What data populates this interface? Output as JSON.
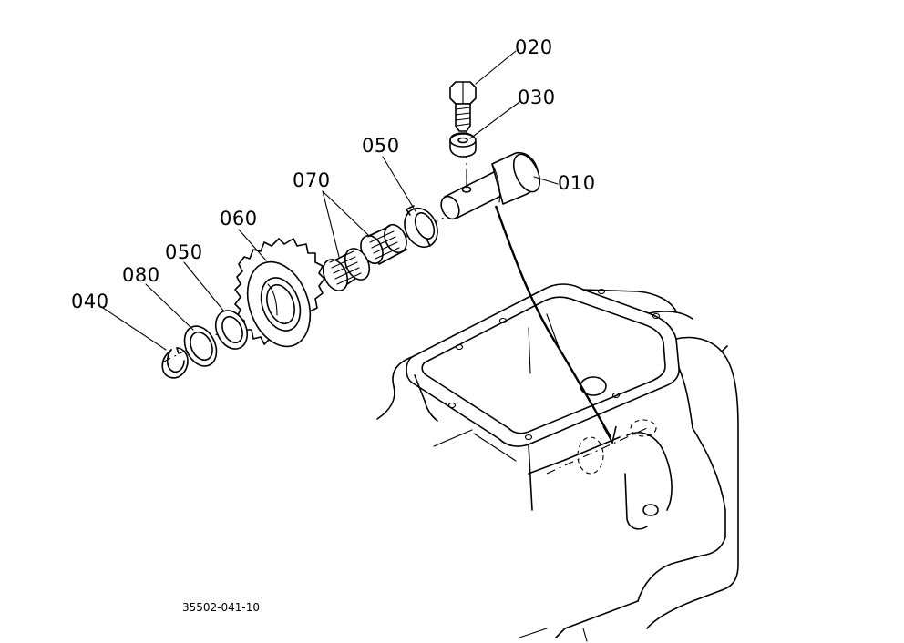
{
  "parts": [
    {
      "id": "p010",
      "label": "010",
      "description": "shaft"
    },
    {
      "id": "p020",
      "label": "020",
      "description": "bolt"
    },
    {
      "id": "p030",
      "label": "030",
      "description": "washer"
    },
    {
      "id": "p040",
      "label": "040",
      "description": "snap-ring"
    },
    {
      "id": "p050a",
      "label": "050",
      "description": "thrust-washer"
    },
    {
      "id": "p050b",
      "label": "050",
      "description": "thrust-washer"
    },
    {
      "id": "p060",
      "label": "060",
      "description": "gear"
    },
    {
      "id": "p070",
      "label": "070",
      "description": "needle-bearing"
    },
    {
      "id": "p080",
      "label": "080",
      "description": "washer"
    }
  ],
  "figure_number": "35502-041-10"
}
